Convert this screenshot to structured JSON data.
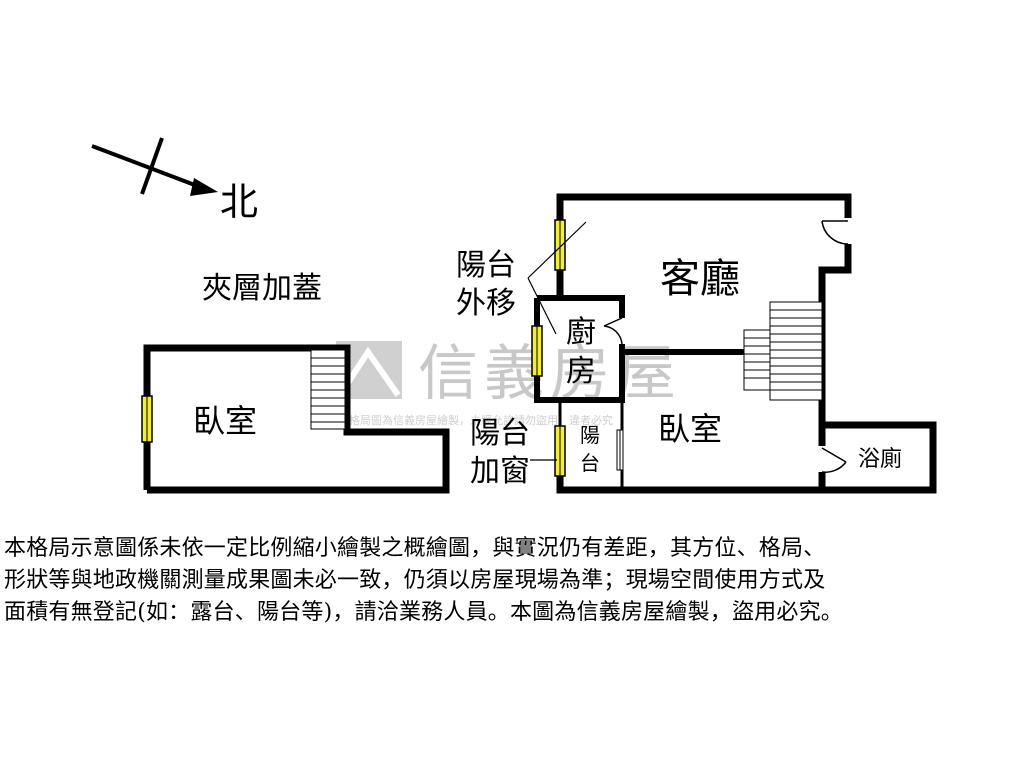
{
  "compass": {
    "north_label": "北"
  },
  "rooms": {
    "mezzanine_title": "夾層加蓋",
    "left_bedroom": "臥室",
    "living_room": "客廳",
    "kitchen_line1": "廚",
    "kitchen_line2": "房",
    "right_bedroom": "臥室",
    "bathroom": "浴廁",
    "balcony_line1": "陽",
    "balcony_line2": "台"
  },
  "annotations": {
    "balcony_moved_line1": "陽台",
    "balcony_moved_line2": "外移",
    "balcony_window_line1": "陽台",
    "balcony_window_line2": "加窗"
  },
  "watermark": {
    "brand": "信義房屋",
    "fine_print": "本格局圖為信義房屋繪製，未經允許請勿盜用，違者必究"
  },
  "disclaimer": {
    "line1": "本格局示意圖係未依一定比例縮小繪製之概繪圖，與實況仍有差距，其方位、格局、",
    "line2": "形狀等與地政機關測量成果圖未必一致，仍須以房屋現場為準；現場空間使用方式及",
    "line3": "面積有無登記(如：露台、陽台等)，請洽業務人員。本圖為信義房屋繪製，盜用必究。"
  },
  "colors": {
    "wall": "#000000",
    "window_fill": "#f2ec3a",
    "background": "#ffffff",
    "watermark": "#c8c8c8"
  }
}
